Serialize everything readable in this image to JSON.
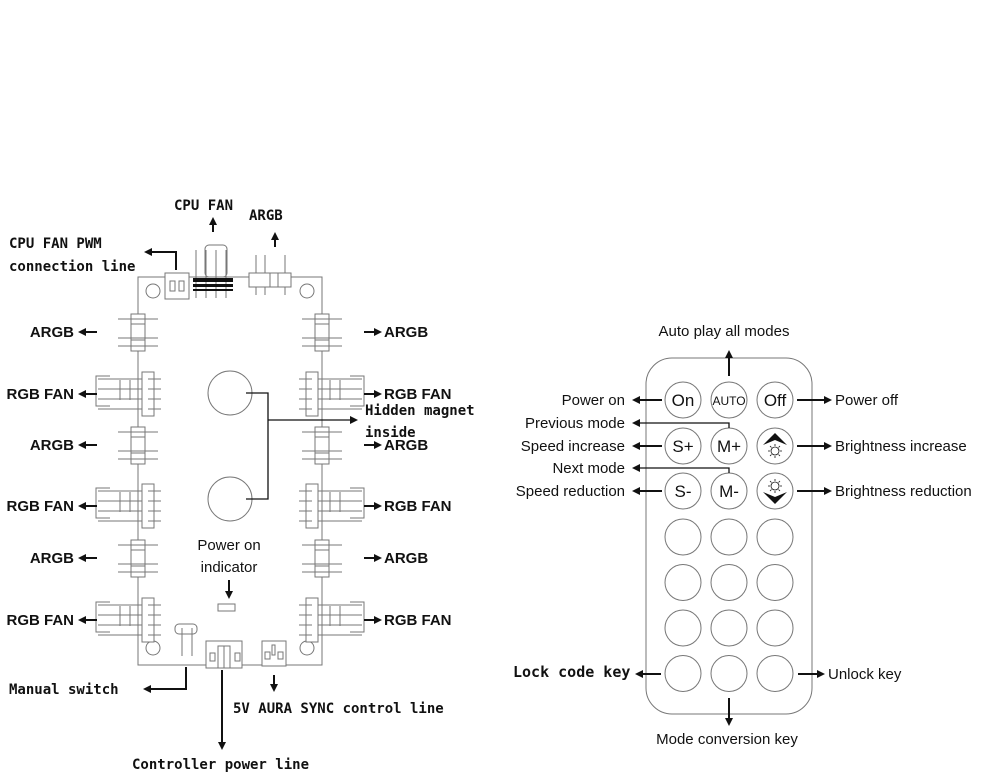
{
  "board": {
    "title": "Fan hub controller board",
    "labels": {
      "cpu_fan": "CPU FAN",
      "argb_top": "ARGB",
      "cpu_pwm_line1": "CPU FAN PWM",
      "cpu_pwm_line2": "connection line",
      "left_ports": [
        "ARGB",
        "RGB FAN",
        "ARGB",
        "RGB FAN",
        "ARGB",
        "RGB FAN"
      ],
      "right_ports": [
        "ARGB",
        "RGB FAN",
        "ARGB",
        "RGB FAN",
        "ARGB",
        "RGB FAN"
      ],
      "magnet_line1": "Hidden magnet",
      "magnet_line2": "inside",
      "power_indicator_line1": "Power on",
      "power_indicator_line2": "indicator",
      "manual_switch": "Manual switch",
      "aura_sync": "5V AURA SYNC control line",
      "controller_power": "Controller power line"
    }
  },
  "remote": {
    "title": "IR remote control",
    "buttons": {
      "on": "On",
      "auto": "AUTO",
      "off": "Off",
      "speed_up": "S+",
      "mode_up": "M+",
      "speed_down": "S-",
      "mode_down": "M-",
      "brightness_up_icon": "brightness-up-icon",
      "brightness_down_icon": "brightness-down-icon"
    },
    "labels": {
      "auto_play": "Auto play all modes",
      "power_on": "Power on",
      "power_off": "Power off",
      "previous_mode": "Previous mode",
      "speed_increase": "Speed increase",
      "brightness_increase": "Brightness increase",
      "next_mode": "Next mode",
      "speed_reduction": "Speed reduction",
      "brightness_reduction": "Brightness reduction",
      "lock_code_key": "Lock code key",
      "unlock_key": "Unlock key",
      "mode_conversion_key": "Mode conversion key"
    },
    "blank_rows": 4,
    "blank_cols": 3
  }
}
